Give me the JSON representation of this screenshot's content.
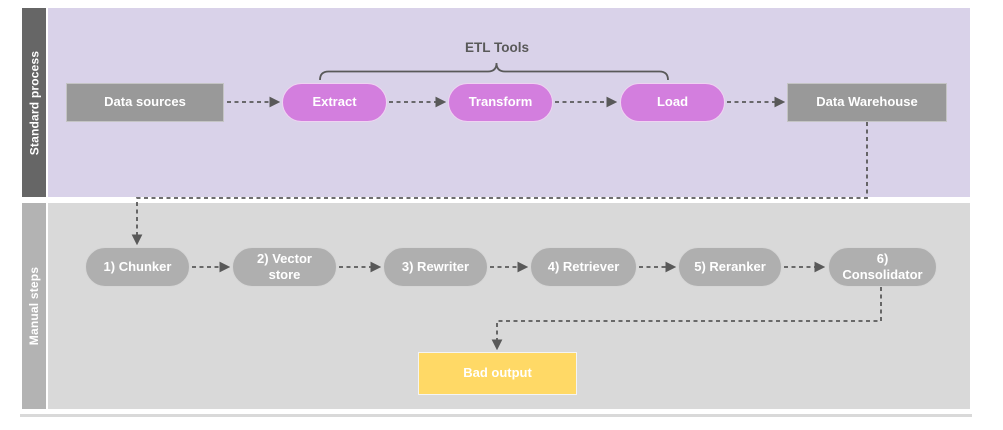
{
  "title": "ETL process swimlane diagram",
  "lanes": [
    {
      "id": "standard-process",
      "label": "Standard process",
      "header_color": "#666666",
      "body_color": "#D9D2E9"
    },
    {
      "id": "manual-steps",
      "label": "Manual steps",
      "header_color": "#B3B3B3",
      "body_color": "#D9D9D9"
    }
  ],
  "annotation": {
    "label": "ETL Tools",
    "brace_span": [
      "Extract",
      "Load"
    ]
  },
  "nodes": {
    "data_sources": {
      "label": "Data sources",
      "shape": "rect",
      "color": "#999999",
      "lane": "standard-process"
    },
    "extract": {
      "label": "Extract",
      "shape": "pill",
      "color": "#D37EDE",
      "lane": "standard-process"
    },
    "transform": {
      "label": "Transform",
      "shape": "pill",
      "color": "#D37EDE",
      "lane": "standard-process"
    },
    "load": {
      "label": "Load",
      "shape": "pill",
      "color": "#D37EDE",
      "lane": "standard-process"
    },
    "data_warehouse": {
      "label": "Data Warehouse",
      "shape": "rect",
      "color": "#999999",
      "lane": "standard-process"
    },
    "chunker": {
      "label": "1) Chunker",
      "shape": "pill",
      "color": "#AFAFAF",
      "lane": "manual-steps"
    },
    "vector_store": {
      "label": "2) Vector store",
      "shape": "pill",
      "color": "#AFAFAF",
      "lane": "manual-steps"
    },
    "rewriter": {
      "label": "3) Rewriter",
      "shape": "pill",
      "color": "#AFAFAF",
      "lane": "manual-steps"
    },
    "retriever": {
      "label": "4) Retriever",
      "shape": "pill",
      "color": "#AFAFAF",
      "lane": "manual-steps"
    },
    "reranker": {
      "label": "5) Reranker",
      "shape": "pill",
      "color": "#AFAFAF",
      "lane": "manual-steps"
    },
    "consolidator": {
      "label": "6) Consolidator",
      "shape": "pill",
      "color": "#AFAFAF",
      "lane": "manual-steps"
    },
    "bad_output": {
      "label": "Bad output",
      "shape": "rect",
      "color": "#FFD966",
      "lane": "manual-steps"
    }
  },
  "edges": [
    {
      "from": "data_sources",
      "to": "extract",
      "style": "dashed-arrow"
    },
    {
      "from": "extract",
      "to": "transform",
      "style": "dashed-arrow"
    },
    {
      "from": "transform",
      "to": "load",
      "style": "dashed-arrow"
    },
    {
      "from": "load",
      "to": "data_warehouse",
      "style": "dashed-arrow"
    },
    {
      "from": "data_warehouse",
      "to": "chunker",
      "style": "dashed-arrow"
    },
    {
      "from": "chunker",
      "to": "vector_store",
      "style": "dashed-arrow"
    },
    {
      "from": "vector_store",
      "to": "rewriter",
      "style": "dashed-arrow"
    },
    {
      "from": "rewriter",
      "to": "retriever",
      "style": "dashed-arrow"
    },
    {
      "from": "retriever",
      "to": "reranker",
      "style": "dashed-arrow"
    },
    {
      "from": "reranker",
      "to": "consolidator",
      "style": "dashed-arrow"
    },
    {
      "from": "consolidator",
      "to": "bad_output",
      "style": "dashed-arrow"
    }
  ],
  "colors": {
    "lane1_header": "#666666",
    "lane1_body": "#D9D2E9",
    "lane2_header": "#B3B3B3",
    "lane2_body": "#D9D9D9",
    "gray_node": "#999999",
    "pink_node": "#D37EDE",
    "step_node": "#AFAFAF",
    "warning_node": "#FFD966",
    "arrow": "#595959",
    "node_text": "#FFFFFF"
  }
}
